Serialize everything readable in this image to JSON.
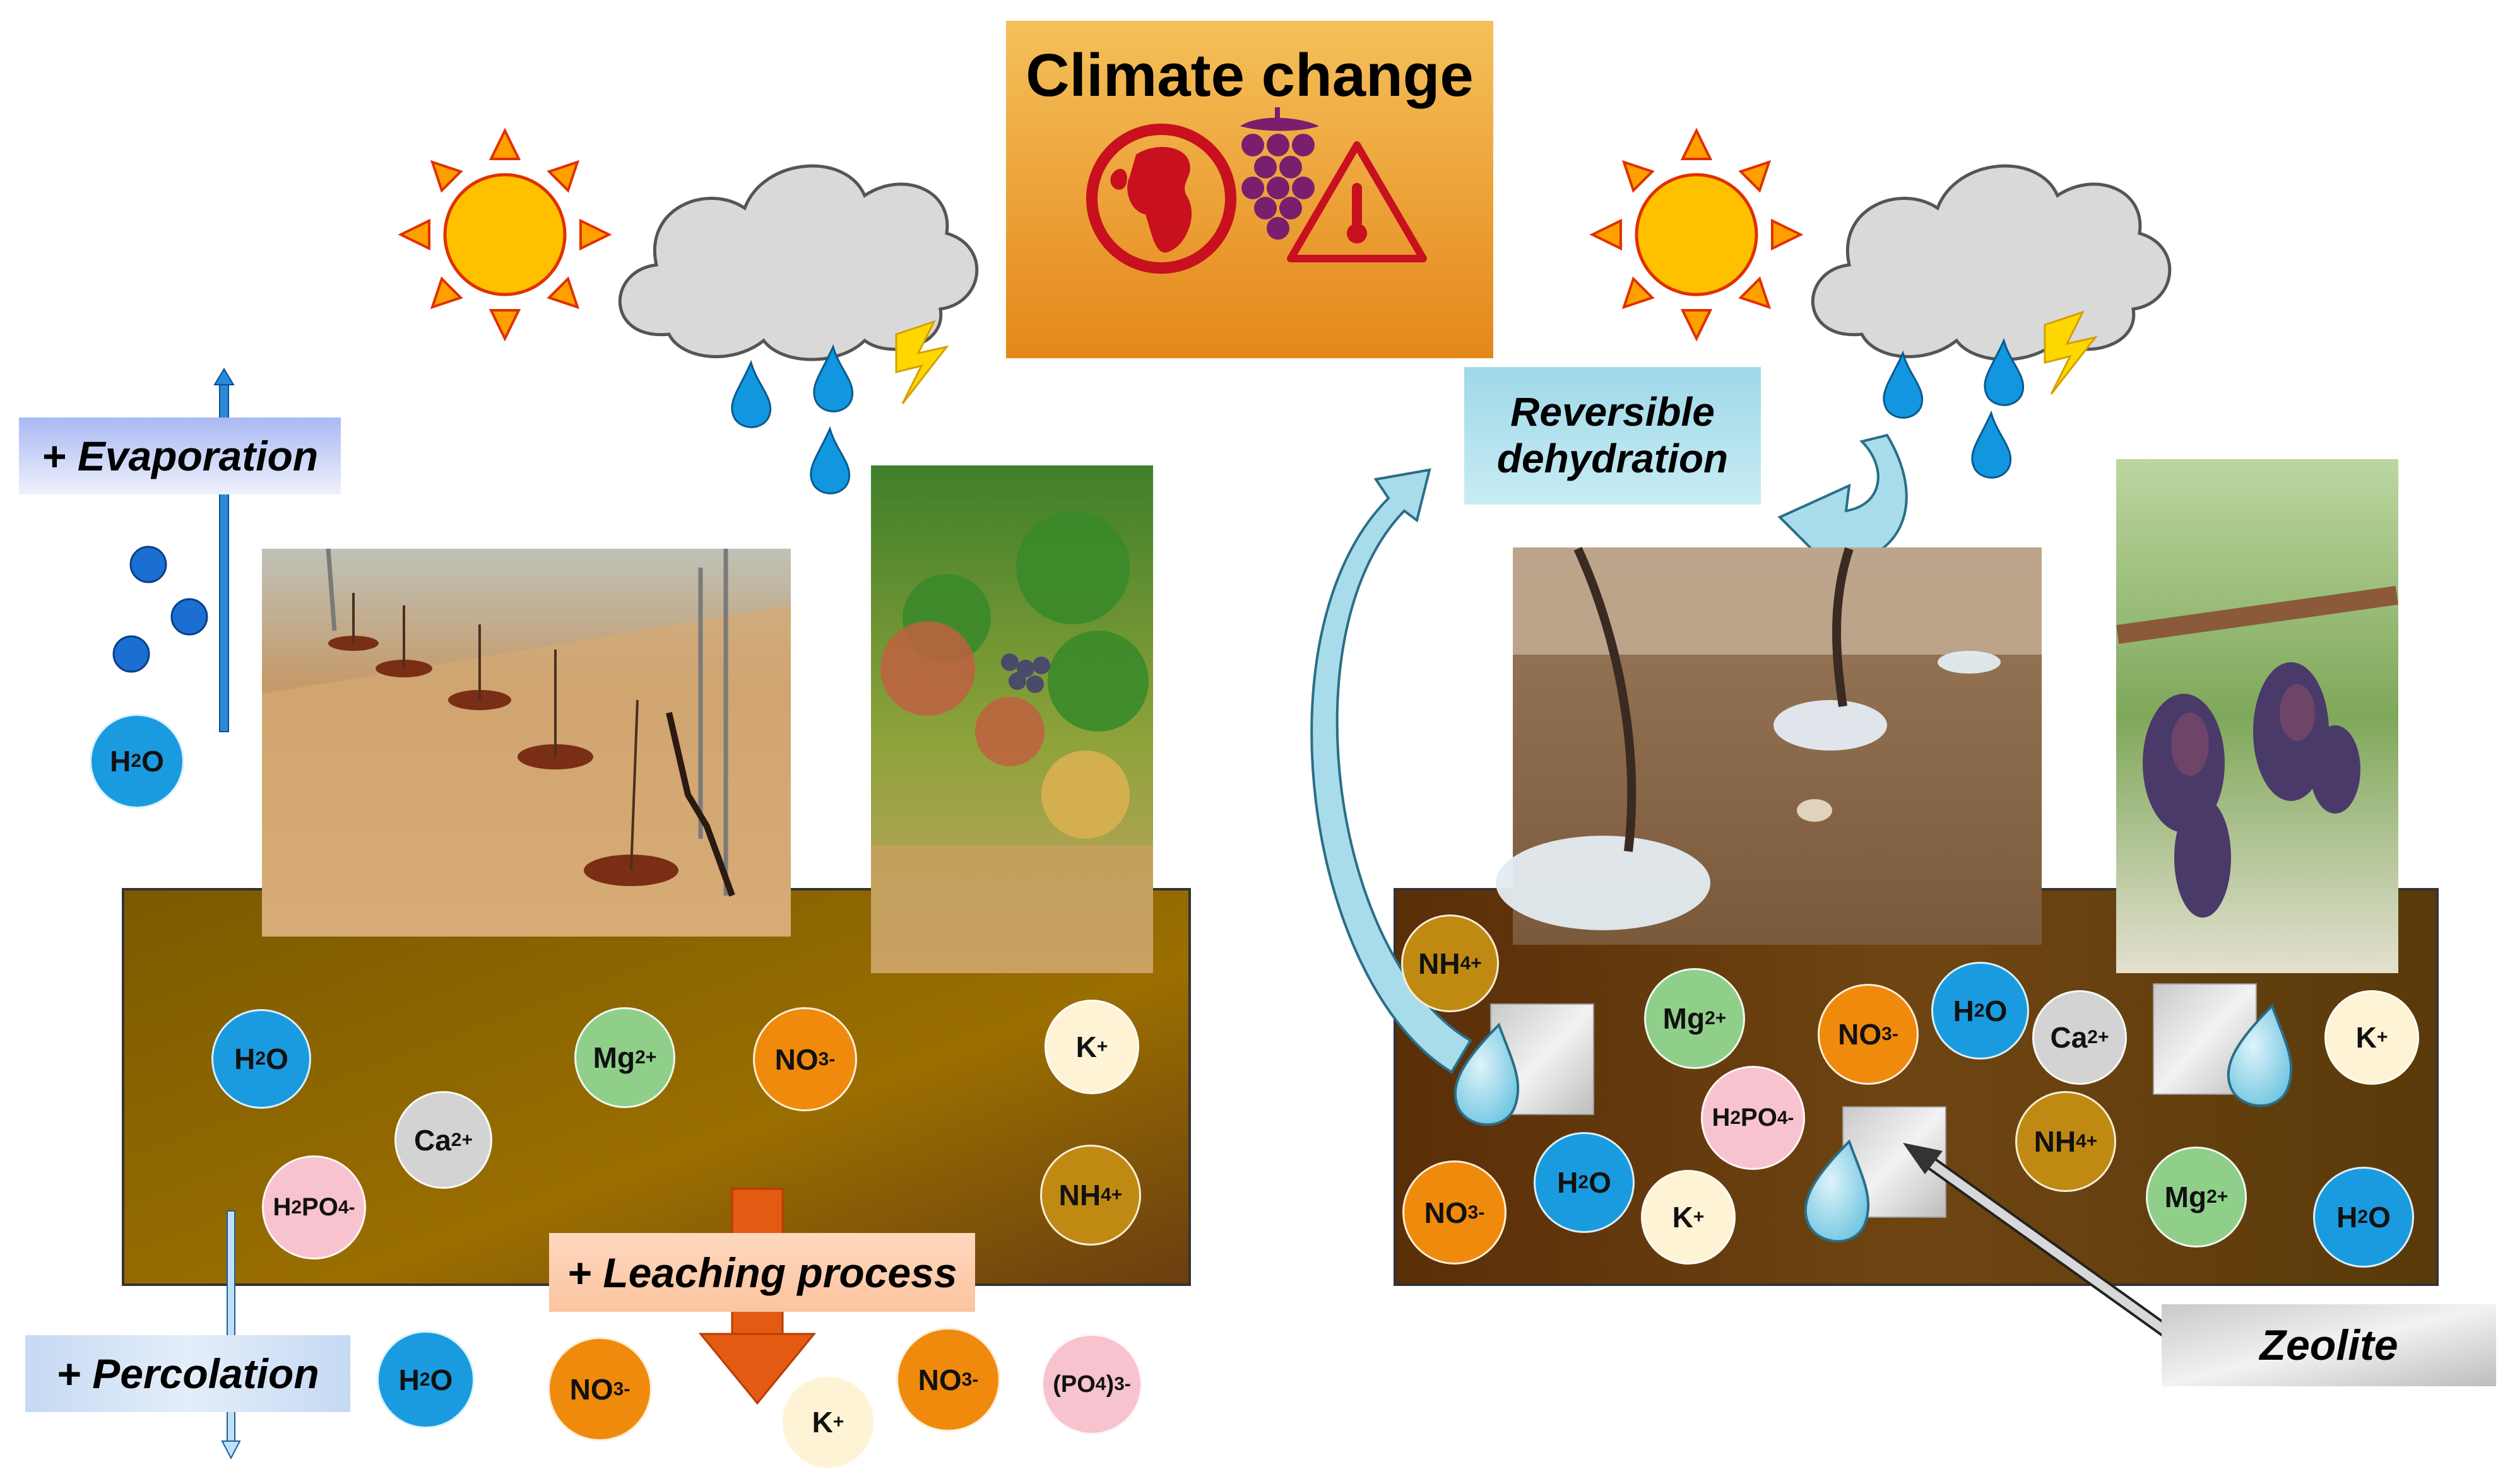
{
  "title": "Climate change",
  "title_icons": [
    "globe-icon",
    "grapes-icon",
    "temperature-warning-icon"
  ],
  "labels": {
    "evaporation": "+ Evaporation",
    "percolation": "+ Percolation",
    "leaching": "+ Leaching process",
    "reversible_dehydration_line1": "Reversible",
    "reversible_dehydration_line2": "dehydration",
    "zeolite": "Zeolite"
  },
  "ions": {
    "h2o": {
      "main": "H",
      "sub": "2",
      "tail": "O",
      "sup": ""
    },
    "mg": {
      "main": "Mg",
      "sub": "",
      "tail": "",
      "sup": "2+"
    },
    "no3": {
      "main": "NO",
      "sub": "3",
      "tail": "",
      "sup": "-"
    },
    "k": {
      "main": "K",
      "sub": "",
      "tail": "",
      "sup": "+"
    },
    "ca": {
      "main": "Ca",
      "sub": "",
      "tail": "",
      "sup": "2+"
    },
    "h2po4": {
      "main": "H",
      "sub": "2",
      "tail": "PO",
      "sub2": "4",
      "sup": "-"
    },
    "nh4": {
      "main": "NH",
      "sub": "4",
      "tail": "",
      "sup": "+"
    },
    "po4": {
      "main": "(PO",
      "sub": "4",
      "tail": ")",
      "sup": "3-"
    }
  },
  "colors": {
    "h2o": "#1a9be0",
    "mg": "#8fcf8a",
    "no3": "#f08a0c",
    "k": "#fff3d6",
    "ca": "#d3d3d3",
    "h2po4": "#f7c3cf",
    "nh4": "#c08a12",
    "po4": "#f7c3cf",
    "soil_left": "#8a6400",
    "soil_right": "#6b3d10",
    "title_box_top": "#f3b64a",
    "title_box_bottom": "#e58c1a",
    "sun": "#ffc000",
    "sun_ray": "#ff6a00",
    "cloud": "#d8d8d8",
    "raindrop": "#1296e0",
    "lightning": "#ffd700",
    "leaching_arrow": "#e05a10"
  }
}
